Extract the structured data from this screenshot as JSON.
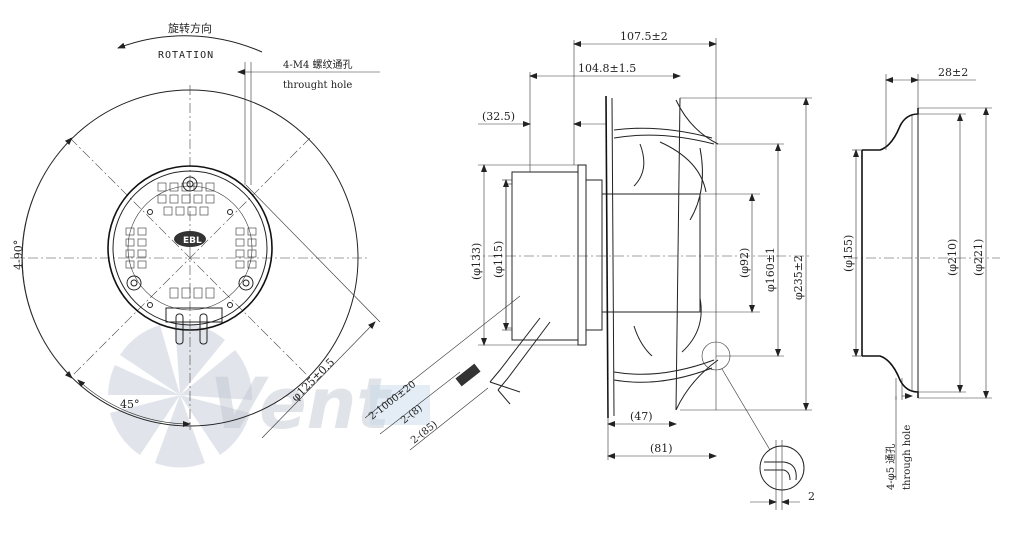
{
  "front_view": {
    "rotation_cn": "旋转方向",
    "rotation_en": "ROTATION",
    "screw_hole_cn": "4-M4 螺纹通孔",
    "screw_hole_en": "throught hole",
    "angle_4x90": "4-90°",
    "angle_45": "45°",
    "bolt_circle": "φ125±0.5",
    "cable_length": "2-1000±20",
    "cable_strip": "2-(8)",
    "cable_sleeve": "2-(85)"
  },
  "side_view": {
    "overall_width": "107.5±2",
    "body_width": "104.8±1.5",
    "motor_offset": "(32.5)",
    "d133": "(φ133)",
    "d115": "(φ115)",
    "d92": "(φ92)",
    "d160": "φ160±1",
    "d235": "φ235±2",
    "len47": "(47)",
    "len81": "(81)",
    "detail_gap": "2"
  },
  "inlet_ring": {
    "depth": "28±2",
    "d155": "(φ155)",
    "d210": "(φ210)",
    "d221": "(φ221)",
    "hole_cn": "4-φ5 通孔",
    "hole_en": "through hole"
  },
  "watermark": {
    "text": "Vent"
  }
}
